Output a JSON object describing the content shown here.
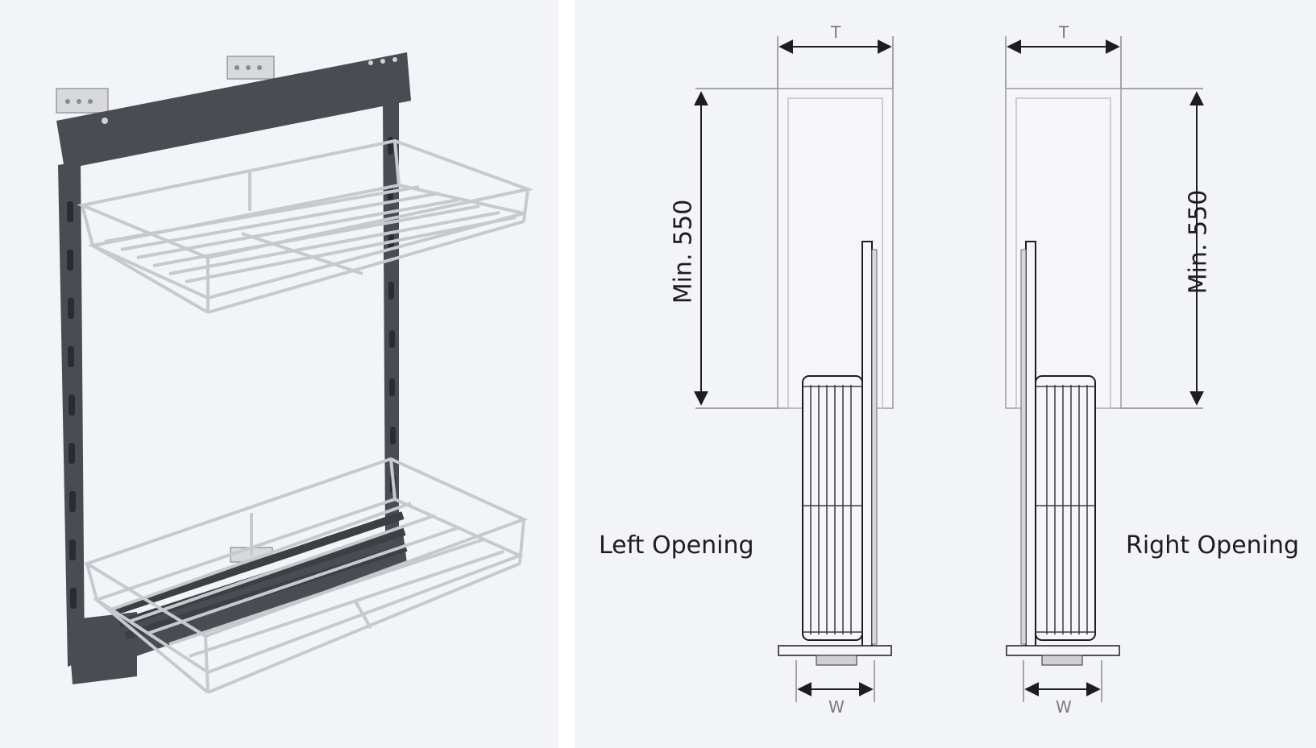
{
  "product_view": {
    "colors": {
      "frame": "#4a4c53",
      "wire": "#c8c9ce",
      "background": "#f3f4f7"
    }
  },
  "diagrams": {
    "left": {
      "caption": "Left Opening",
      "height_label": "Min. 550",
      "top_dim_label": "T",
      "bottom_dim_label": "W"
    },
    "right": {
      "caption": "Right Opening",
      "height_label": "Min. 550",
      "top_dim_label": "T",
      "bottom_dim_label": "W"
    }
  }
}
